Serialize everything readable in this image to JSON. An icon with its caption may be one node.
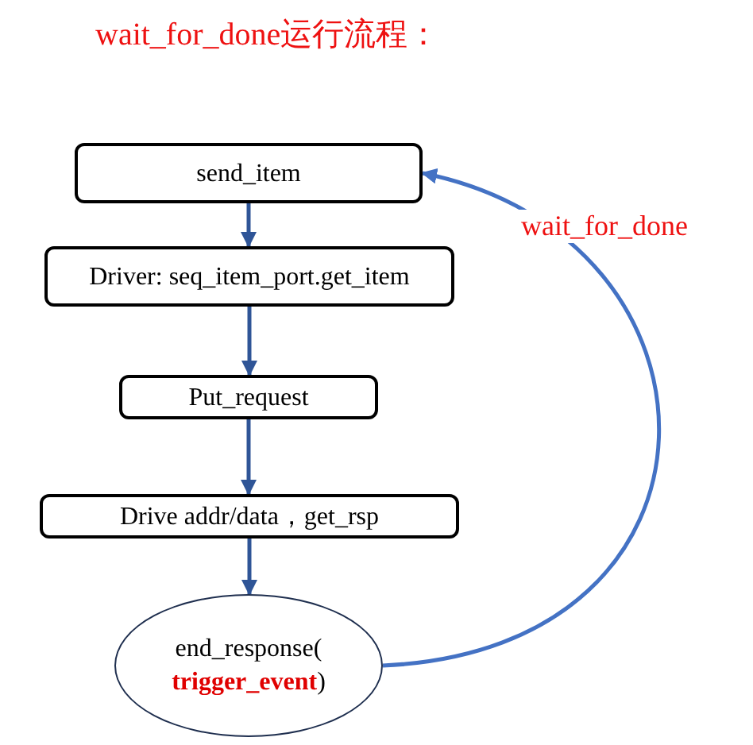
{
  "diagram": {
    "title": "wait_for_done运行流程：",
    "nodes": [
      {
        "text": [
          "send_item"
        ]
      },
      {
        "text": [
          "Driver: seq_item_port.get_item"
        ]
      },
      {
        "text": [
          "Put_request"
        ]
      },
      {
        "text": [
          "Drive addr/data，get_rsp"
        ]
      },
      {
        "text": [
          "end_response( **trigger_event**)"
        ]
      }
    ],
    "edges": [
      {
        "from": 0,
        "to": 1,
        "arrow": "to"
      },
      {
        "from": 1,
        "to": 2,
        "arrow": "to"
      },
      {
        "from": 2,
        "to": 3,
        "arrow": "to"
      },
      {
        "from": 3,
        "to": 4,
        "arrow": "to"
      },
      {
        "from": 4,
        "to": 0,
        "arrow": "to",
        "label": "wait_for_done",
        "color": "#4472c4"
      }
    ]
  }
}
